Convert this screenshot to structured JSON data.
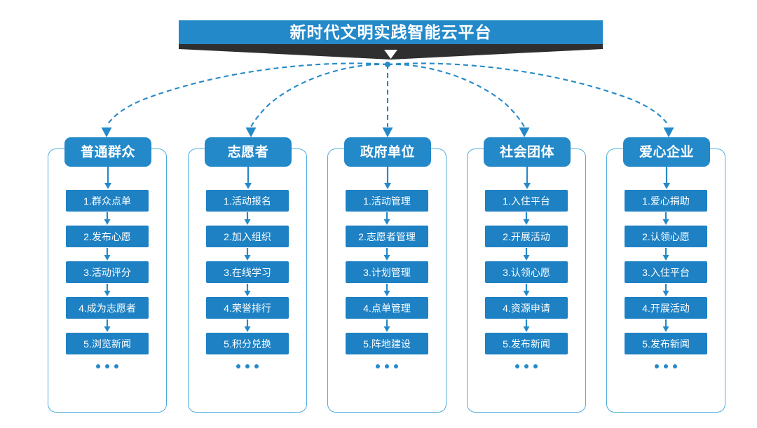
{
  "banner": {
    "title": "新时代文明实践智能云平台",
    "color": "#2489c9",
    "shadow_color": "#2f2f2f"
  },
  "theme": {
    "header_blue": "#2489c9",
    "item_blue": "#1d81c4",
    "frame_border": "#4aaede",
    "connector": "#2489c9",
    "text": "#ffffff"
  },
  "connectors": {
    "style": "dashed-curved-arrow",
    "origin_label": "platform-hub"
  },
  "columns": [
    {
      "header": "普通群众",
      "items": [
        "1.群众点单",
        "2.发布心愿",
        "3.活动评分",
        "4.成为志愿者",
        "5.浏览新闻"
      ],
      "more": "..."
    },
    {
      "header": "志愿者",
      "items": [
        "1.活动报名",
        "2.加入组织",
        "3.在线学习",
        "4.荣誉排行",
        "5.积分兑换"
      ],
      "more": "..."
    },
    {
      "header": "政府单位",
      "items": [
        "1.活动管理",
        "2.志愿者管理",
        "3.计划管理",
        "4.点单管理",
        "5.阵地建设"
      ],
      "more": "..."
    },
    {
      "header": "社会团体",
      "items": [
        "1.入住平台",
        "2.开展活动",
        "3.认领心愿",
        "4.资源申请",
        "5.发布新闻"
      ],
      "more": "..."
    },
    {
      "header": "爱心企业",
      "items": [
        "1.爱心捐助",
        "2.认领心愿",
        "3.入住平台",
        "4.开展活动",
        "5.发布新闻"
      ],
      "more": "..."
    }
  ]
}
